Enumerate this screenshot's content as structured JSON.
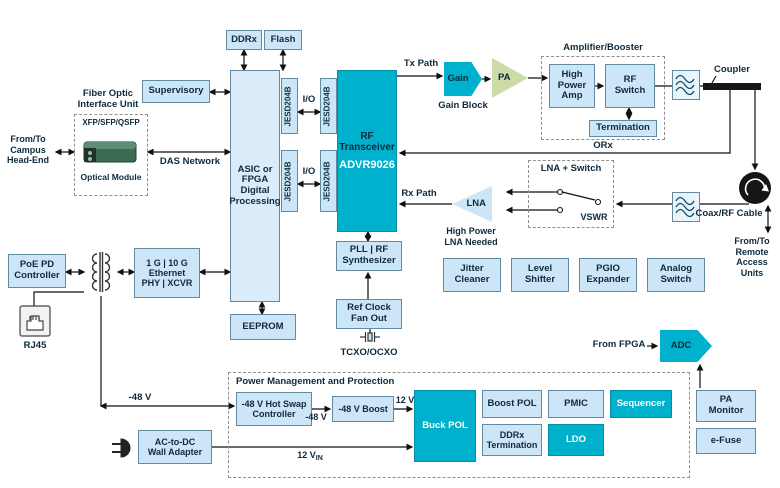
{
  "colors": {
    "accent_cyan": "#00b1cd",
    "light_blue": "#cde6f7",
    "pa_green": "#ccdca6",
    "line": "#111111"
  },
  "top": {
    "ddrx": "DDRx",
    "flash": "Flash",
    "supervisory": "Supervisory"
  },
  "fiber": {
    "title": "Fiber Optic\nInterface Unit",
    "module_type": "XFP/SFP/QSFP",
    "module": "Optical Module",
    "from_campus": "From/To\nCampus\nHead-End",
    "das_network": "DAS Network"
  },
  "core": {
    "asic": "ASIC or\nFPGA\nDigital\nProcessing",
    "jesd": "JESD204B",
    "io": "I/O",
    "transceiver": "RF\nTransceiver",
    "part": "ADVR9026",
    "eeprom": "EEPROM",
    "pll": "PLL | RF\nSynthesizer",
    "ref_clock": "Ref Clock\nFan Out",
    "tcxo": "TCXO/OCXO"
  },
  "tx": {
    "path": "Tx Path",
    "gain": "Gain",
    "gain_caption": "Gain Block",
    "pa": "PA",
    "amp_title": "Amplifier/Booster",
    "hpa": "High\nPower\nAmp",
    "rf_switch": "RF\nSwitch",
    "termination": "Termination",
    "coupler": "Coupler",
    "orx": "ORx"
  },
  "rx": {
    "path": "Rx Path",
    "lna": "LNA",
    "lna_caption": "High Power\nLNA Needed",
    "switch_title": "LNA + Switch",
    "vswr": "VSWR",
    "coax": "Coax/RF Cable",
    "remote": "From/To\nRemote\nAccess\nUnits"
  },
  "aux": {
    "jitter": "Jitter\nCleaner",
    "level": "Level\nShifter",
    "pgio": "PGIO\nExpander",
    "analog": "Analog\nSwitch"
  },
  "net": {
    "poe": "PoE PD\nController",
    "ethernet": "1 G | 10 G\nEthernet\nPHY | XCVR",
    "rj45": "RJ45"
  },
  "adc": {
    "from_fpga": "From FPGA",
    "label": "ADC",
    "pa_monitor": "PA\nMonitor",
    "efuse": "e-Fuse"
  },
  "power": {
    "title": "Power Management and Protection",
    "hot_swap": "-48 V Hot Swap\nController",
    "neg48_in": "-48 V",
    "neg48_mid": "-48 V",
    "boost": "-48 V Boost",
    "v12": "12 V",
    "buck": "Buck POL",
    "boost_pol": "Boost POL",
    "pmic": "PMIC",
    "sequencer": "Sequencer",
    "ddrx_term": "DDRx\nTermination",
    "ldo": "LDO",
    "ac": "AC-to-DC\nWall Adapter",
    "v12in_main": "12 V",
    "v12in_sub": "IN"
  }
}
